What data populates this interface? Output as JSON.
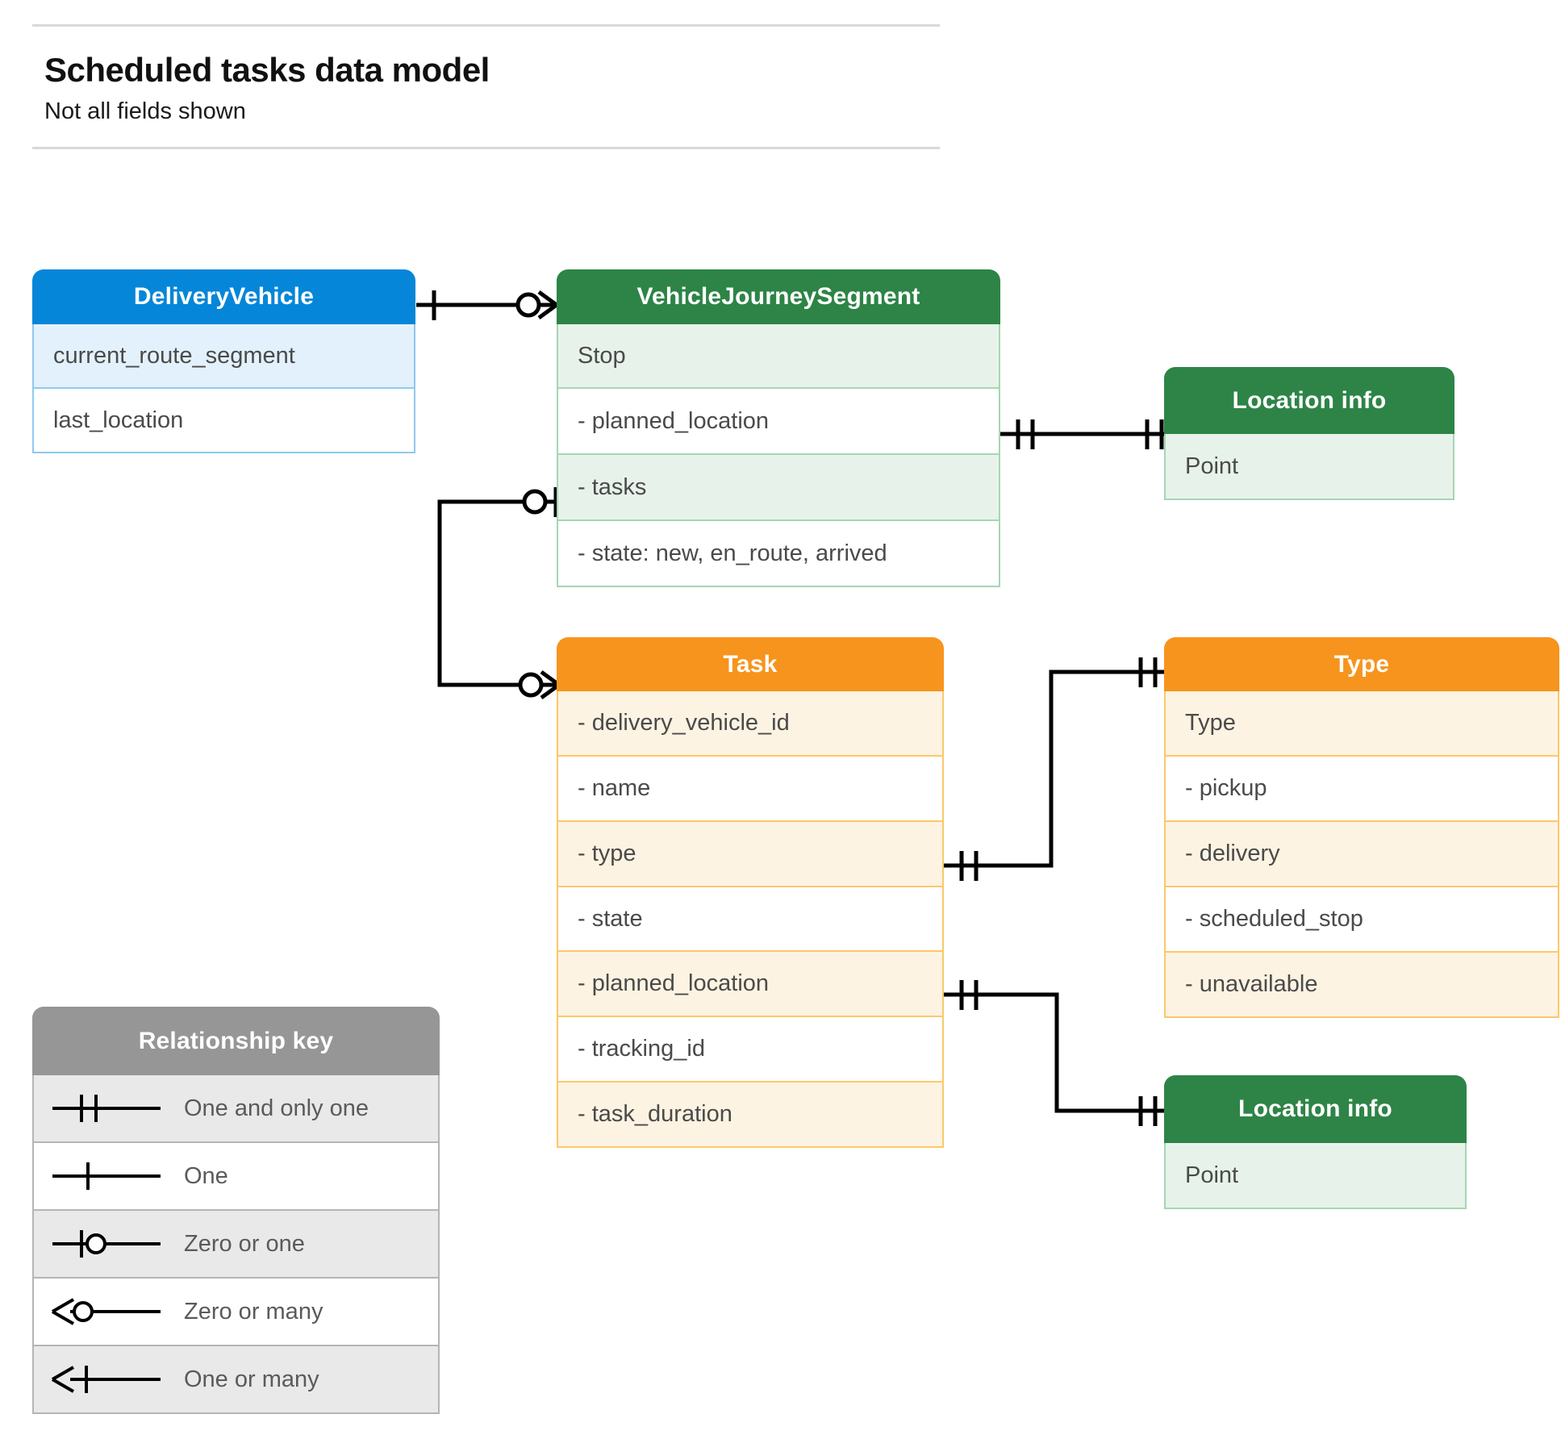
{
  "header": {
    "title": "Scheduled tasks data model",
    "subtitle": "Not all fields shown"
  },
  "colors": {
    "blue": "#0586d8",
    "blue_row": "#e3f1fc",
    "green": "#2d8446",
    "green_row": "#e7f3ea",
    "orange": "#f7941d",
    "orange_row": "#fdf3e2",
    "grey": "#969696",
    "grey_row": "#e9e9e9",
    "line": "#000000"
  },
  "entities": {
    "delivery_vehicle": {
      "title": "DeliveryVehicle",
      "rows": [
        "current_route_segment",
        "last_location"
      ]
    },
    "vehicle_journey_segment": {
      "title": "VehicleJourneySegment",
      "rows": [
        "Stop",
        "-  planned_location",
        "- tasks",
        "- state: new, en_route, arrived"
      ]
    },
    "location_info_top": {
      "title": "Location info",
      "rows": [
        "Point"
      ]
    },
    "task": {
      "title": "Task",
      "rows": [
        "- delivery_vehicle_id",
        "- name",
        "- type",
        "- state",
        "- planned_location",
        "- tracking_id",
        "- task_duration"
      ]
    },
    "type": {
      "title": "Type",
      "rows": [
        "Type",
        "-  pickup",
        "-  delivery",
        "-  scheduled_stop",
        "-  unavailable"
      ]
    },
    "location_info_bottom": {
      "title": "Location info",
      "rows": [
        "Point"
      ]
    }
  },
  "legend": {
    "title": "Relationship key",
    "items": [
      {
        "symbol": "one-and-only-one",
        "label": "One and only one"
      },
      {
        "symbol": "one",
        "label": "One"
      },
      {
        "symbol": "zero-or-one",
        "label": "Zero or one"
      },
      {
        "symbol": "zero-or-many",
        "label": "Zero or many"
      },
      {
        "symbol": "one-or-many",
        "label": "One or many"
      }
    ]
  },
  "relationships": [
    {
      "from": "delivery-vehicle",
      "to": "vehicle-journey-segment",
      "from_card": "one",
      "to_card": "zero-or-many"
    },
    {
      "from": "vehicle-journey-segment-tasks",
      "to": "task",
      "from_card": "zero-or-one",
      "to_card": "zero-or-many"
    },
    {
      "from": "vehicle-journey-segment-planned-location",
      "to": "location-info-top",
      "from_card": "one-and-only-one",
      "to_card": "one-and-only-one"
    },
    {
      "from": "task-type",
      "to": "type",
      "from_card": "one-and-only-one",
      "to_card": "one-and-only-one"
    },
    {
      "from": "task-planned-location",
      "to": "location-info-bottom",
      "from_card": "one-and-only-one",
      "to_card": "one-and-only-one"
    }
  ]
}
